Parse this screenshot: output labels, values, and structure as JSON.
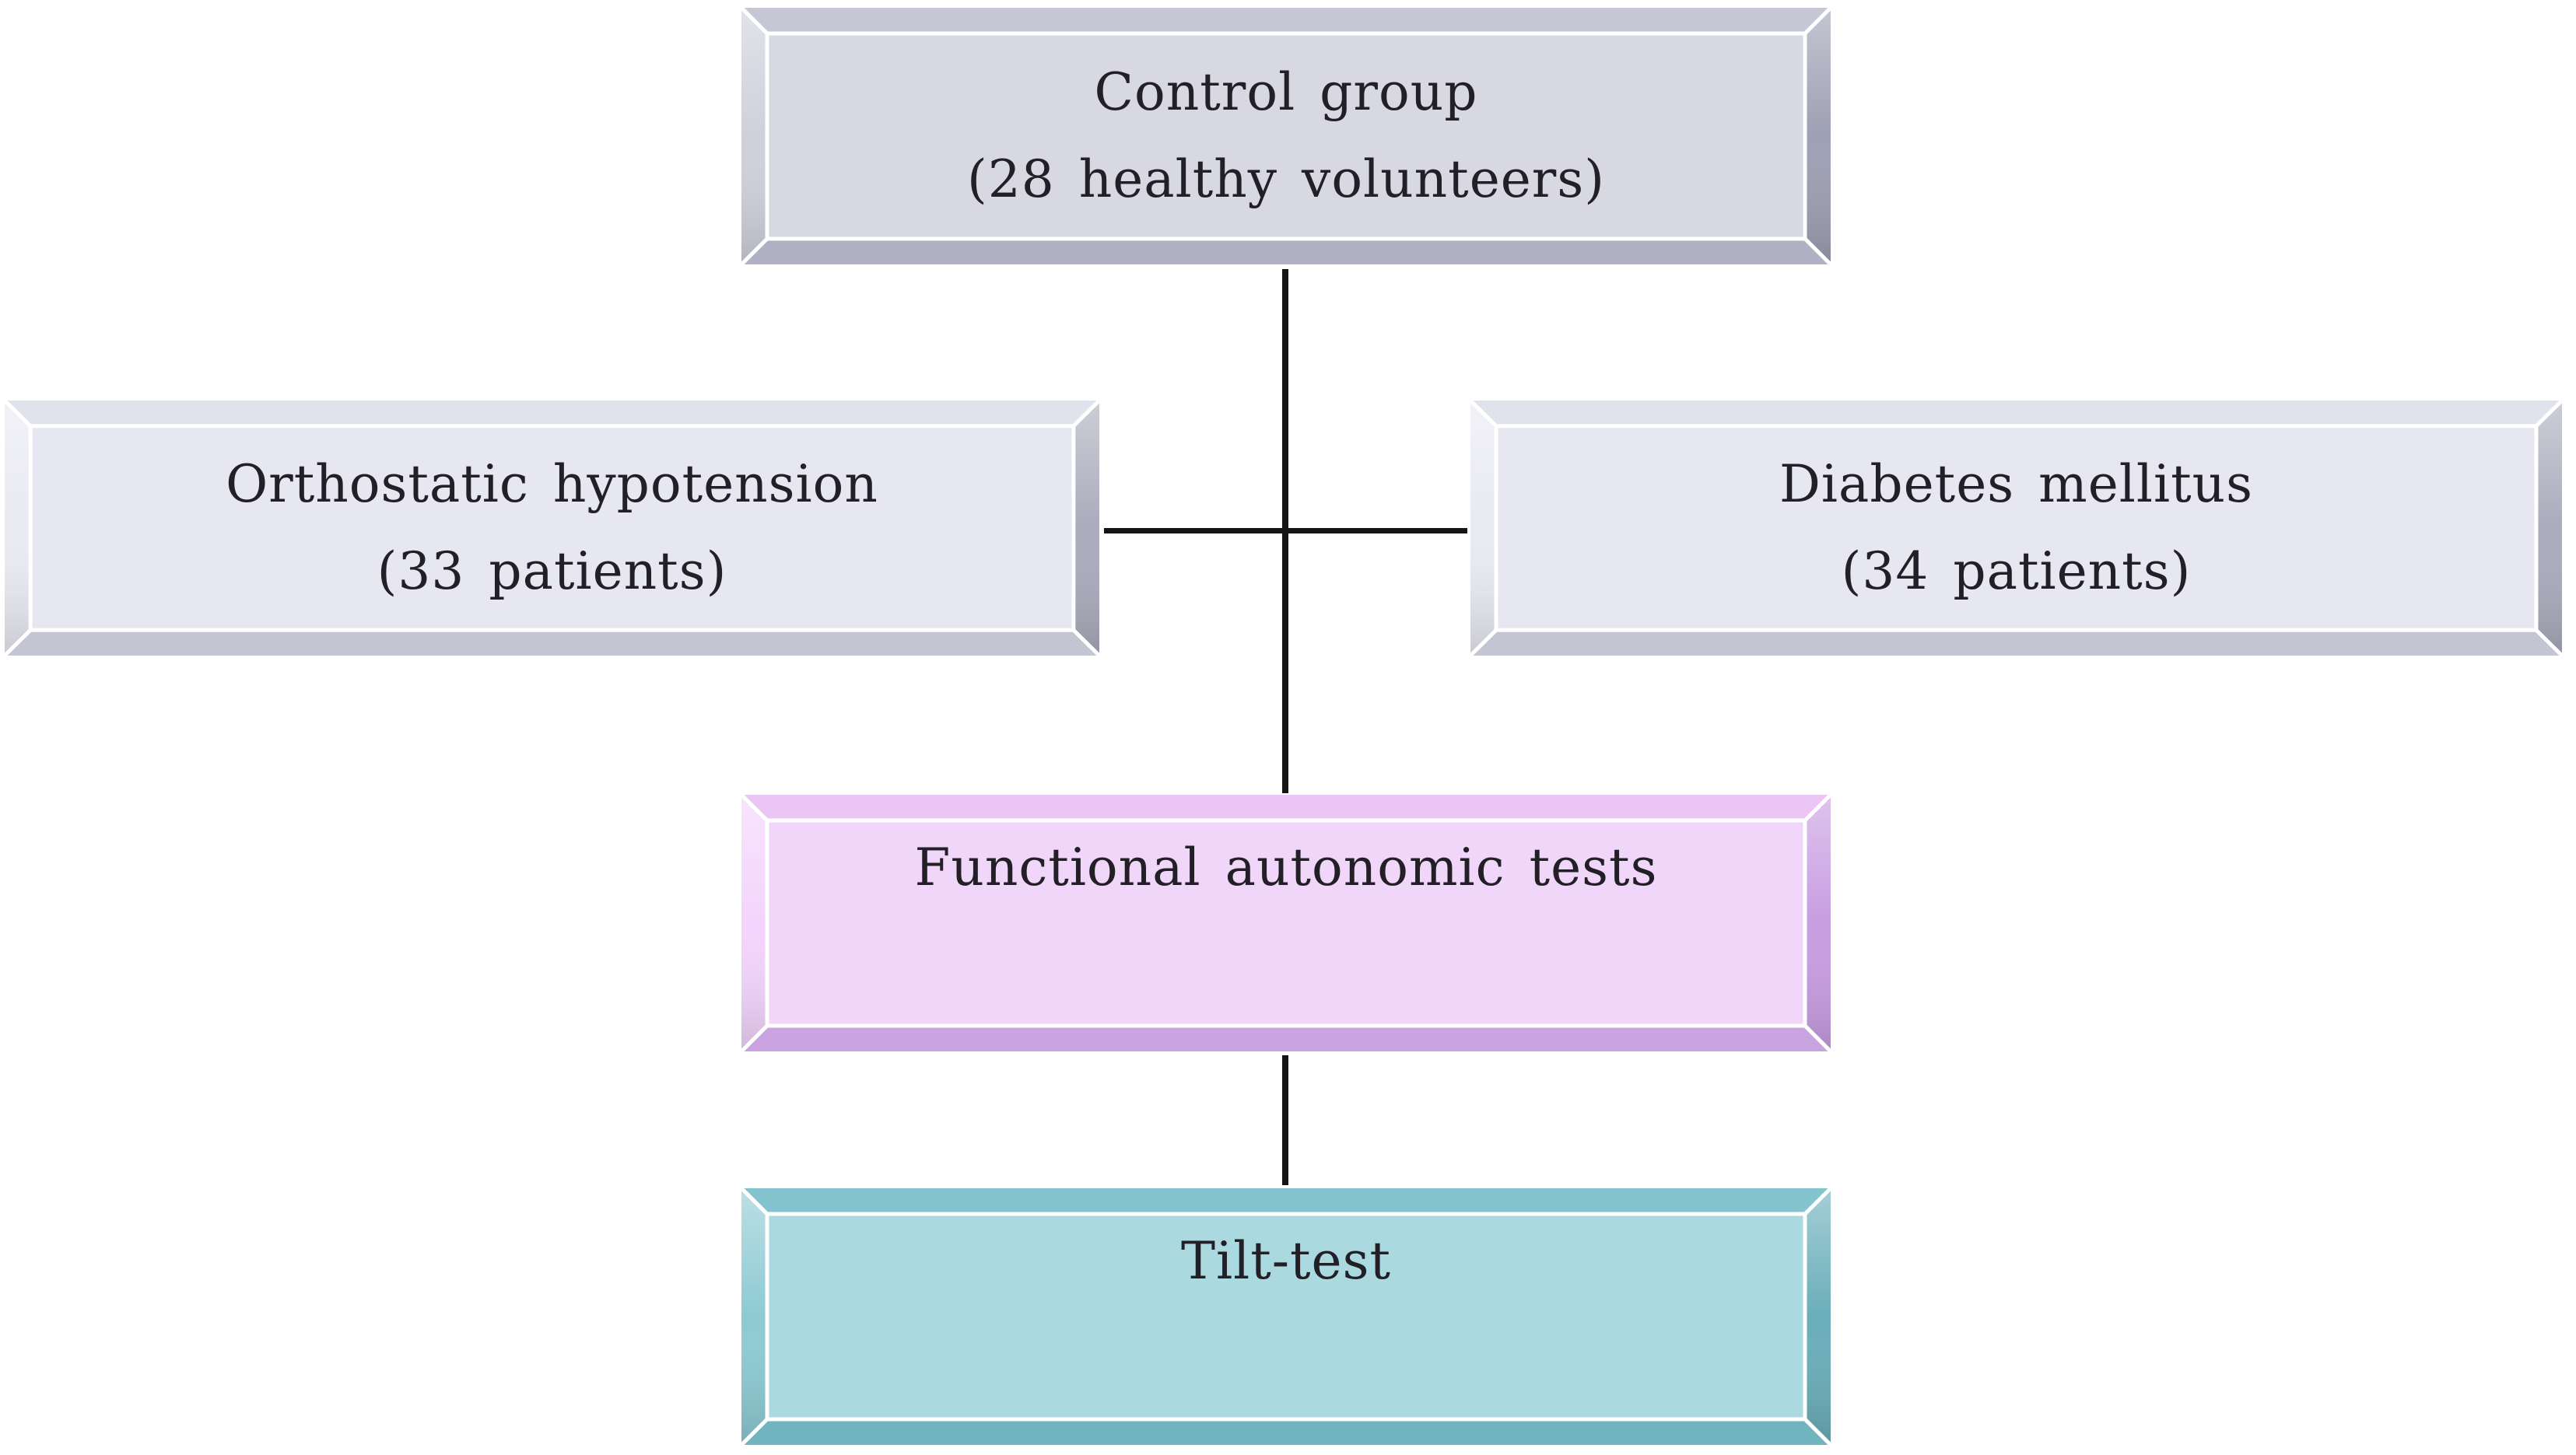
{
  "flowchart": {
    "nodes": {
      "control_group": {
        "line1": "Control group",
        "line2": "(28 healthy volunteers)"
      },
      "orthostatic_hypotension": {
        "line1": "Orthostatic hypotension",
        "line2": "(33 patients)"
      },
      "diabetes_mellitus": {
        "line1": "Diabetes mellitus",
        "line2": "(34 patients)"
      },
      "functional_autonomic_tests": {
        "label": "Functional autonomic tests"
      },
      "tilt_test": {
        "label": "Tilt-test"
      }
    },
    "edges": [
      {
        "from": "control_group",
        "to": "functional_autonomic_tests"
      },
      {
        "from": "orthostatic_hypotension",
        "to": "functional_autonomic_tests"
      },
      {
        "from": "diabetes_mellitus",
        "to": "functional_autonomic_tests"
      },
      {
        "from": "functional_autonomic_tests",
        "to": "tilt_test"
      }
    ],
    "colors": {
      "control_box_fill": "#d7d8e2",
      "side_box_fill": "#e6e7f0",
      "tests_box_fill": "#f0d7fa",
      "tilt_box_fill": "#aadae0",
      "connector_line": "#141414",
      "text": "#221f26",
      "background": "#ffffff"
    }
  }
}
